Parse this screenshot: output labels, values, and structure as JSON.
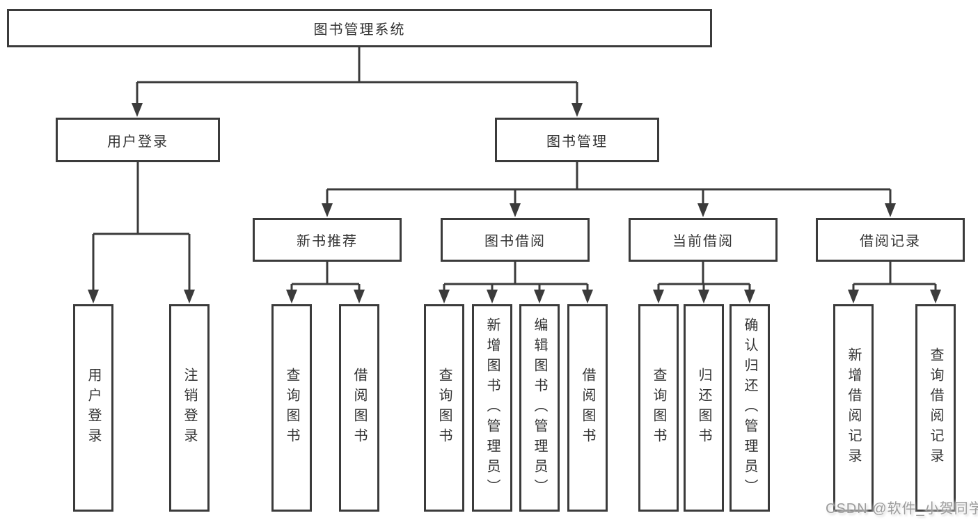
{
  "tree": {
    "label": "图书管理系统",
    "children": [
      {
        "label": "用户登录",
        "children": [
          {
            "label": "用户登录"
          },
          {
            "label": "注销登录"
          }
        ]
      },
      {
        "label": "图书管理",
        "children": [
          {
            "label": "新书推荐",
            "children": [
              {
                "label": "查询图书"
              },
              {
                "label": "借阅图书"
              }
            ]
          },
          {
            "label": "图书借阅",
            "children": [
              {
                "label": "查询图书"
              },
              {
                "label": "新增图书（管理员）"
              },
              {
                "label": "编辑图书（管理员）"
              },
              {
                "label": "借阅图书"
              }
            ]
          },
          {
            "label": "当前借阅",
            "children": [
              {
                "label": "查询图书"
              },
              {
                "label": "归还图书"
              },
              {
                "label": "确认归还（管理员）"
              }
            ]
          },
          {
            "label": "借阅记录",
            "children": [
              {
                "label": "新增借阅记录"
              },
              {
                "label": "查询借阅记录"
              }
            ]
          }
        ]
      }
    ]
  },
  "watermark": {
    "text": "CSDN @软件_小贺同学"
  },
  "colors": {
    "line": "#3b3b3b",
    "box_border": "#3b3b3b",
    "box_fill": "#ffffff",
    "text": "#333333",
    "watermark": "#9c9c9c"
  }
}
